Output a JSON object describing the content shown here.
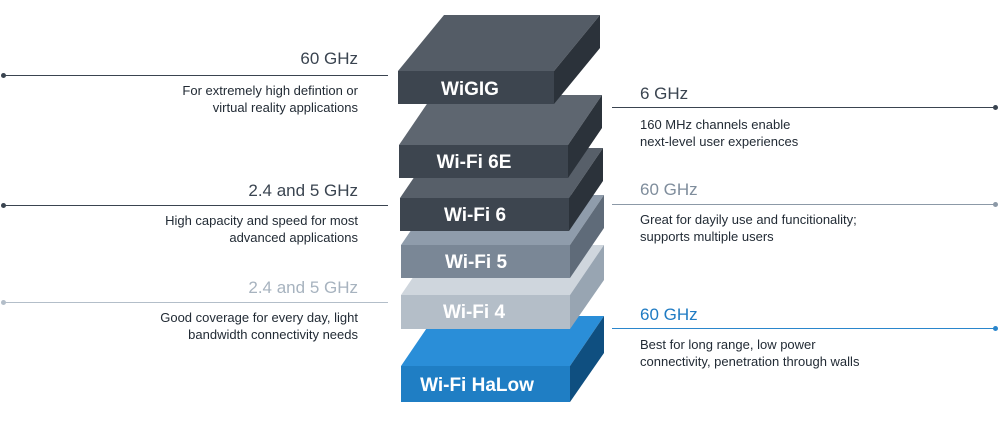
{
  "layers": [
    {
      "label": "WiGIG",
      "color": "#3e464f"
    },
    {
      "label": "Wi-Fi 6E",
      "color": "#3e464f"
    },
    {
      "label": "Wi-Fi 6",
      "color": "#3e464f"
    },
    {
      "label": "Wi-Fi 5",
      "color": "#7a8796"
    },
    {
      "label": "Wi-Fi 4",
      "color": "#b4bfc9"
    },
    {
      "label": "Wi-Fi HaLow",
      "color": "#1f82cc"
    }
  ],
  "annotations": {
    "wigig": {
      "freq": "60 GHz",
      "desc_1": "For extremely high defintion or",
      "desc_2": "virtual reality applications",
      "color": "#3a4450"
    },
    "wifi6e": {
      "freq": "6 GHz",
      "desc_1": "160 MHz channels enable",
      "desc_2": "next-level user experiences",
      "color": "#3a4450"
    },
    "wifi6": {
      "freq": "2.4 and 5 GHz",
      "desc_1": "High capacity and speed for most",
      "desc_2": "advanced applications",
      "color": "#3a4450"
    },
    "wifi5": {
      "freq": "60 GHz",
      "desc_1": "Great for dayily use and funcitionality;",
      "desc_2": "supports multiple users",
      "color": "#7f8d9c"
    },
    "wifi4": {
      "freq": "2.4 and 5 GHz",
      "desc_1": "Good coverage for every day, light",
      "desc_2": "bandwidth connectivity needs",
      "color": "#a7b3bf"
    },
    "halow": {
      "freq": "60 GHz",
      "desc_1": "Best for long range, low power",
      "desc_2": "connectivity, penetration through walls",
      "color": "#1f7bc3"
    }
  }
}
